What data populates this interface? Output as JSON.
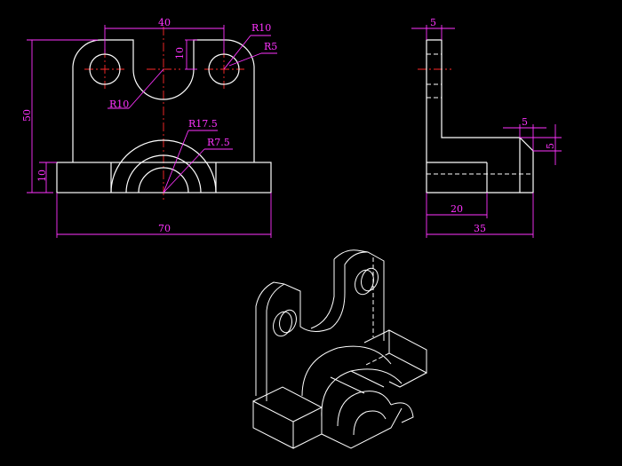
{
  "colors": {
    "background": "#000000",
    "outline": "#ffffff",
    "dimension": "#ff33ff",
    "centerline": "#ff2a2a"
  },
  "front_view": {
    "width_70": "70",
    "hole_spacing_40": "40",
    "height_50": "50",
    "base_height_10": "10",
    "slot_depth_10": "10",
    "r10_top": "R10",
    "r5": "R5",
    "r10_notch": "R10",
    "r17_5": "R17.5",
    "r7_5": "R7.5"
  },
  "side_view": {
    "thickness_5": "5",
    "step_5_h": "5",
    "step_5_v": "5",
    "depth_20": "20",
    "depth_35": "35"
  }
}
